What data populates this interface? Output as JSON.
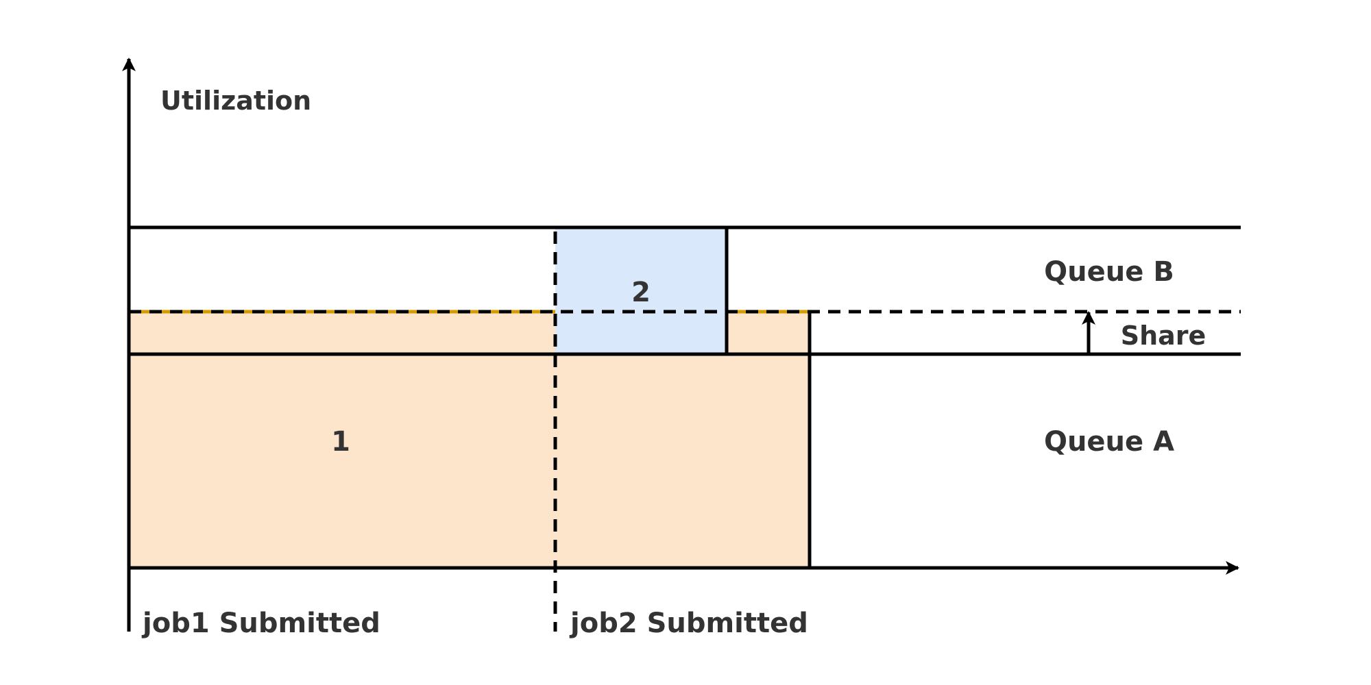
{
  "diagram": {
    "y_axis_label": "Utilization",
    "queues": {
      "queue_b": "Queue B",
      "queue_a": "Queue A",
      "share": "Share"
    },
    "jobs": {
      "job1_block": "1",
      "job2_block": "2"
    },
    "events": {
      "job1": "job1 Submitted",
      "job2": "job2 Submitted"
    },
    "colors": {
      "job1_fill": "#fde5cc",
      "job2_fill": "#dae8fb",
      "share_line_accent": "#d79b00",
      "line": "#000000",
      "text": "#333333"
    }
  }
}
